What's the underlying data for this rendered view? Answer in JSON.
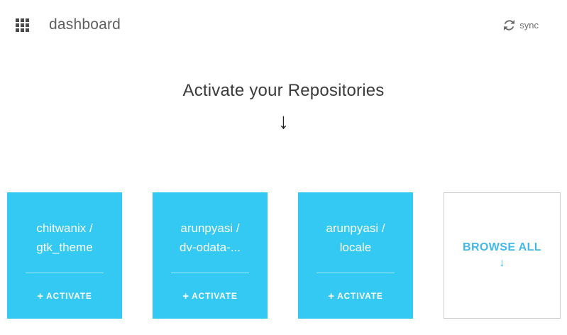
{
  "header": {
    "title": "dashboard",
    "sync": {
      "label": "sync"
    }
  },
  "hero": {
    "title": "Activate your Repositories",
    "arrow_glyph": "↓"
  },
  "repo_cards": [
    {
      "name_line1": "chitwanix /",
      "name_line2": "gtk_theme",
      "plus_glyph": "+",
      "action_label": "ACTIVATE"
    },
    {
      "name_line1": "arunpyasi /",
      "name_line2": "dv-odata-...",
      "plus_glyph": "+",
      "action_label": "ACTIVATE"
    },
    {
      "name_line1": "arunpyasi /",
      "name_line2": "locale",
      "plus_glyph": "+",
      "action_label": "ACTIVATE"
    }
  ],
  "browse_card": {
    "label": "BROWSE ALL",
    "arrow_glyph": "↓"
  },
  "colors": {
    "card_accent": "#33c9f2",
    "browse_accent": "#41b9ea"
  }
}
